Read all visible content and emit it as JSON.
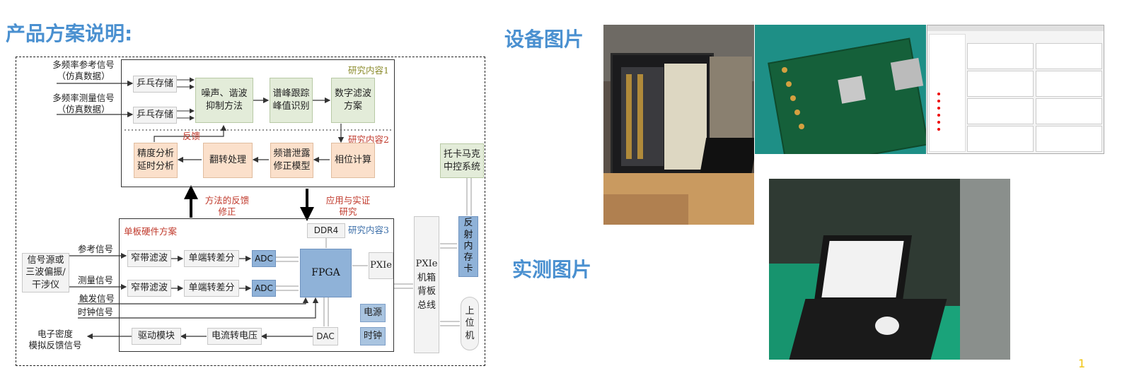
{
  "titles": {
    "main": "产品方案说明:",
    "device_photos": "设备图片",
    "field_photos": "实测图片"
  },
  "page_number": "1",
  "diagram": {
    "inputs": {
      "ref_sim_1": "多频率参考信号",
      "ref_sim_2": "（仿真数据）",
      "meas_sim_1": "多频率测量信号",
      "meas_sim_2": "（仿真数据）"
    },
    "section1": {
      "tag": "研究内容1",
      "pingpong1": "乒乓存储",
      "pingpong2": "乒乓存储",
      "noise_1": "噪声、谐波",
      "noise_2": "抑制方法",
      "peak_1": "谱峰跟踪",
      "peak_2": "峰值识别",
      "filter_1": "数字滤波",
      "filter_2": "方案"
    },
    "section2": {
      "tag": "研究内容2",
      "feedback": "反馈",
      "precision_1": "精度分析",
      "precision_2": "延时分析",
      "flip": "翻转处理",
      "leak_1": "频谱泄露",
      "leak_2": "修正模型",
      "phase": "相位计算"
    },
    "arrows": {
      "method_feedback_1": "方法的反馈",
      "method_feedback_2": "修正",
      "apply_1": "应用与实证",
      "apply_2": "研究"
    },
    "section3": {
      "tag": "研究内容3",
      "title": "单板硬件方案",
      "ddr4": "DDR4",
      "source_1": "信号源或",
      "source_2": "三波偏振/",
      "source_3": "干涉仪",
      "ref_signal": "参考信号",
      "meas_signal": "测量信号",
      "trigger": "触发信号",
      "clock_signal": "时钟信号",
      "bandpass1": "窄带滤波",
      "bandpass2": "窄带滤波",
      "se2diff1": "单端转差分",
      "se2diff2": "单端转差分",
      "adc1": "ADC",
      "adc2": "ADC",
      "fpga": "FPGA",
      "pxie": "PXIe",
      "power": "电源",
      "clock": "时钟",
      "dac": "DAC",
      "i2v": "电流转电压",
      "driver": "驱动模块",
      "output_1": "电子密度",
      "output_2": "模拟反馈信号"
    },
    "right": {
      "tokamak_1": "托卡马克",
      "tokamak_2": "中控系统",
      "reflect_mem": [
        "反",
        "射",
        "内",
        "存",
        "卡"
      ],
      "backplane": [
        "PXIe",
        "机箱",
        "背板",
        "总线"
      ],
      "host": [
        "上",
        "位",
        "机"
      ]
    }
  },
  "colors": {
    "title_blue": "#4a90d0",
    "tag1": "#8a8a2a",
    "tag2": "#c0392b",
    "tag3": "#3b6ea8",
    "page_number": "#f1c40f"
  }
}
